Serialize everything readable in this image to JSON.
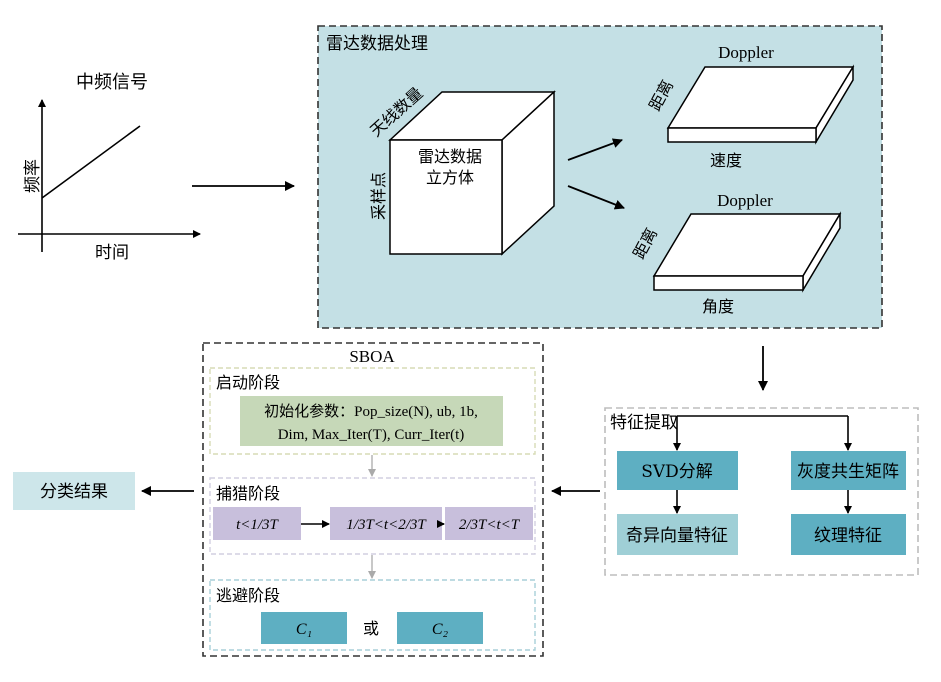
{
  "if_signal": {
    "title": "中频信号",
    "y_label": "频率",
    "x_label": "时间"
  },
  "radar_processing": {
    "title": "雷达数据处理",
    "cube": {
      "label_line1": "雷达数据",
      "label_line2": "立方体",
      "top_edge_label": "天线数量",
      "left_edge_label": "采样点"
    },
    "slab_top": {
      "top_label": "Doppler",
      "side_label": "距离",
      "bottom_label": "速度"
    },
    "slab_bottom": {
      "top_label": "Doppler",
      "side_label": "距离",
      "bottom_label": "角度"
    }
  },
  "feature_extraction": {
    "title": "特征提取",
    "svd_label": "SVD分解",
    "glcm_label": "灰度共生矩阵",
    "singular_label": "奇异向量特征",
    "texture_label": "纹理特征"
  },
  "sboa": {
    "title": "SBOA",
    "start_phase": {
      "title": "启动阶段",
      "params_line1": "初始化参数：Pop_size(N), ub, 1b,",
      "params_line2": "Dim, Max_Iter(T), Curr_Iter(t)"
    },
    "hunt_phase": {
      "title": "捕猎阶段",
      "cond1": "t<1/3T",
      "cond2": "1/3T<t<2/3T",
      "cond3": "2/3T<t<T"
    },
    "escape_phase": {
      "title": "逃避阶段",
      "c1": "C₁",
      "or_label": "或",
      "c2": "C₂"
    }
  },
  "result": {
    "label": "分类结果"
  },
  "colors": {
    "radar_bg": "#c4e0e5",
    "teal_box": "#5eafc2",
    "light_teal_box": "#9fcfd6",
    "result_bg": "#cde6ea",
    "green_box": "#c6d8b8",
    "purple_box": "#c8bfdc",
    "start_border": "#d7dcb6",
    "hunt_border": "#d2cfe0",
    "escape_border": "#a9cfd8"
  }
}
